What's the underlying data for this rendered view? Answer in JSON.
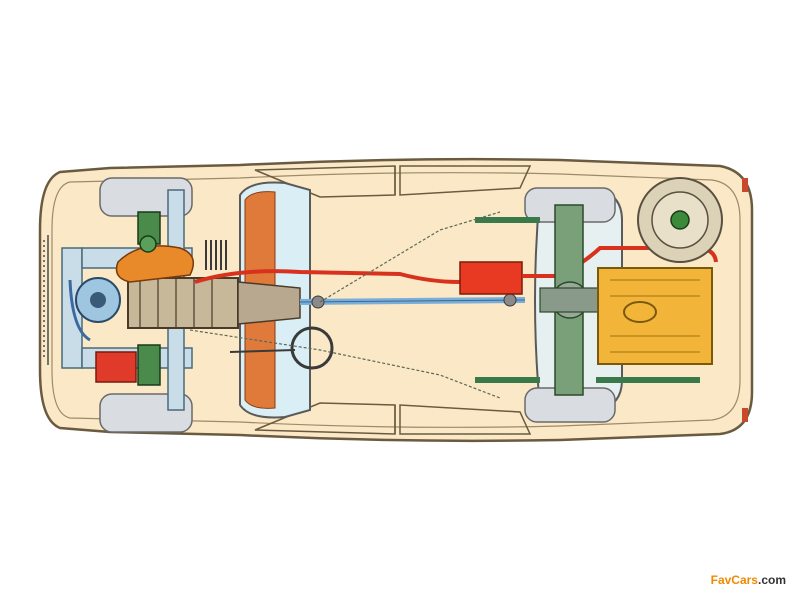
{
  "watermark": {
    "part1": "Fav",
    "part2": "Cars",
    "part3": ".com"
  }
}
